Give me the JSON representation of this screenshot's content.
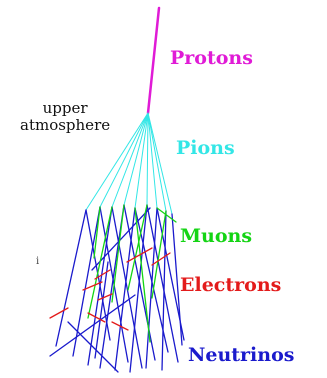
{
  "labels": {
    "protons": "Protons",
    "pions": "Pions",
    "muons": "Muons",
    "electrons": "Electrons",
    "neutrinos": "Neutrinos",
    "atmosphere_line1": "upper",
    "atmosphere_line2": "atmosphere",
    "stray_mark": "i"
  },
  "colors": {
    "protons": "#e01bd6",
    "pions": "#33e6e6",
    "muons": "#14d414",
    "electrons": "#e31b1b",
    "neutrinos": "#1a1acc"
  }
}
